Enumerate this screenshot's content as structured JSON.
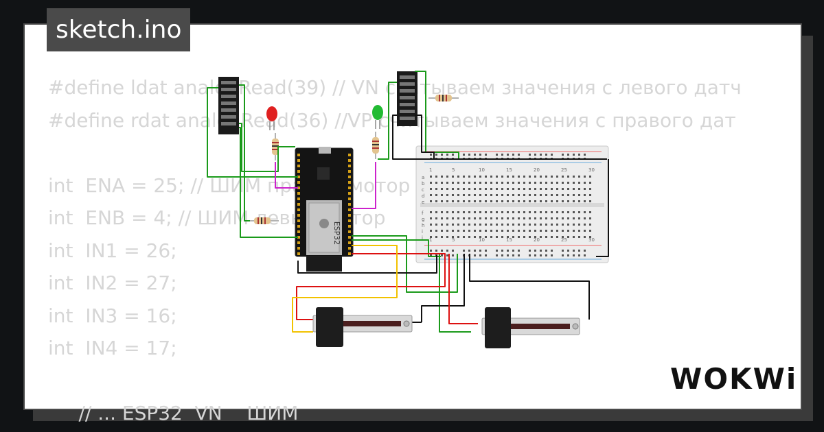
{
  "file_tab": {
    "label": "sketch.ino"
  },
  "code": {
    "lines": [
      "#define ldat analogRead(39) // VN считываем значения с левого датч",
      "#define rdat analogRead(36) //VP считываем значения с правого дат",
      "",
      "int  ENA = 25; // ШИМ правый мотор",
      "int  ENB = 4; // ШИМ левый мотор",
      "int  IN1 = 26;",
      "int  IN2 = 27;",
      "int  IN3 = 16;",
      "int  IN4 = 17;",
      "",
      "     // ... ESP32  VN    ШИМ"
    ]
  },
  "board": {
    "label": "ESP32"
  },
  "breadboard": {
    "column_numbers": [
      "1",
      "5",
      "10",
      "15",
      "20",
      "25",
      "30"
    ],
    "row_letters_top": [
      "a",
      "b",
      "c",
      "d",
      "e"
    ],
    "row_letters_bottom": [
      "f",
      "g",
      "h",
      "i",
      "j"
    ]
  },
  "logo": {
    "text": "WOKWi"
  },
  "colors": {
    "background": "#111315",
    "card": "#ffffff",
    "code_text": "#d6d6d6",
    "tab_bg": "#4a4a4a",
    "wire_green": "#1a9a1a",
    "wire_black": "#111111",
    "wire_red": "#dd1111",
    "wire_yellow": "#f2c200",
    "wire_magenta": "#cc22cc",
    "led_red": "#e02020",
    "led_green": "#22bb33"
  },
  "icons": [
    "led-red-icon",
    "led-green-icon",
    "resistor-icon",
    "slide-potentiometer-icon",
    "ir-sensor-icon"
  ]
}
